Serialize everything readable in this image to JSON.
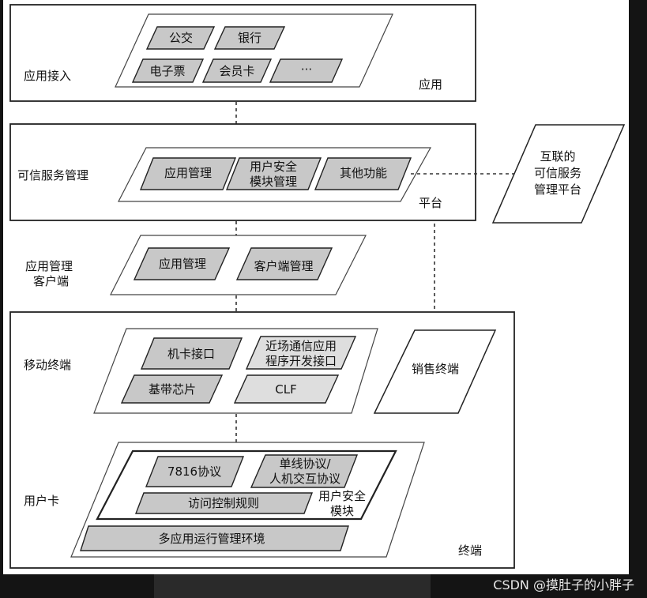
{
  "layers": {
    "app": {
      "label": "应用接入",
      "corner": "应用",
      "items": [
        "公交",
        "银行",
        "电子票",
        "会员卡",
        "···"
      ]
    },
    "platform": {
      "label": "可信服务管理",
      "corner": "平台",
      "items": [
        "应用管理",
        "用户安全",
        "模块管理",
        "其他功能"
      ]
    },
    "interconnect": {
      "lines": [
        "互联的",
        "可信服务",
        "管理平台"
      ]
    },
    "client": {
      "label_lines": [
        "应用管理",
        "客户端"
      ],
      "items": [
        "应用管理",
        "客户端管理"
      ]
    },
    "terminal": {
      "corner": "终端",
      "mobile_label": "移动终端",
      "mobile_items": [
        "机卡接口",
        "近场通信应用",
        "程序开发接口",
        "基带芯片",
        "CLF"
      ],
      "sales": "销售终端",
      "card_label": "用户卡",
      "card_items": [
        "7816协议",
        "单线协议/",
        "人机交互协议",
        "访问控制规则",
        "用户安全",
        "模块"
      ],
      "env": "多应用运行管理环境"
    }
  },
  "watermark": "CSDN @摸肚子的小胖子",
  "colors": {
    "box_fill": "#c8c8c8",
    "box_fill_light": "#dedede",
    "background": "#141414"
  }
}
